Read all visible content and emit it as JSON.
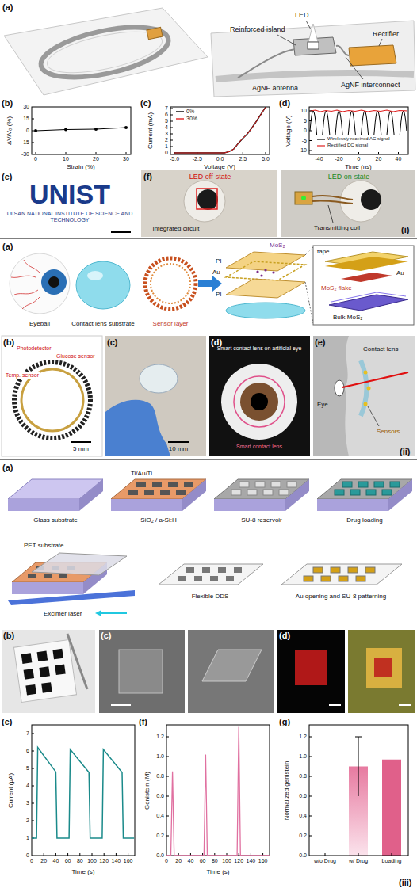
{
  "diagram": {
    "labels": [
      "(a)",
      "LED",
      "Reinforced island",
      "Rectifier",
      "AgNF interconnect",
      "AgNF antenna",
      "(b)",
      "ΔV/V₀ (%)",
      "30",
      "15",
      "0",
      "-15",
      "-30",
      "0",
      "10",
      "20",
      "30",
      "Strain (%)",
      "(c)",
      "Current (mA)",
      "0",
      "1",
      "2",
      "3",
      "4",
      "5",
      "6",
      "7",
      "-5.0",
      "-2.5",
      "0.0",
      "2.5",
      "5.0",
      "Voltage (V)",
      "(d)",
      "Voltage (V)",
      "10",
      "5",
      "0",
      "-5",
      "-10",
      "-40",
      "-20",
      "0",
      "20",
      "40",
      "Time (ns)",
      "(e)",
      "UNIST",
      "ULSAN NATIONAL INSTITUTE OF SCIENCE AND TECHNOLOGY",
      "(f)",
      "LED off-state",
      "Integrated circuit",
      "LED on-state",
      "Transmitting coil",
      "(i)",
      "(a)",
      "Eyeball",
      "Contact lens substrate",
      "Sensor layer",
      "PI",
      "Au",
      "PI",
      "MoS₂",
      "tape",
      "Au",
      "MoS₂ flake",
      "Bulk MoS₂",
      "(b)",
      "Photodetector",
      "Glucose sensor",
      "Temp. sensor",
      "5 mm",
      "(c)",
      "10 mm",
      "(d)",
      "Smart contact lens on artificial eye",
      "Smart contact lens",
      "(e)",
      "Contact lens",
      "Eye",
      "Sensors",
      "(ii)",
      "(a)",
      "Glass substrate",
      "Ti/Au/Ti",
      "SiO₂ / a-Si:H",
      "SU-8 reservoir",
      "Drug loading",
      "PET substrate",
      "Excimer laser",
      "Flexible DDS",
      "Au opening and SU-8 patterning",
      "(b)",
      "(c)",
      "(d)",
      "(e)",
      "Current (μA)",
      "0",
      "1",
      "2",
      "3",
      "4",
      "5",
      "6",
      "7",
      "0",
      "20",
      "40",
      "60",
      "80",
      "100",
      "120",
      "140",
      "160",
      "Time (s)",
      "(f)",
      "Genistein (M)",
      "0.0",
      "0.2",
      "0.4",
      "0.6",
      "0.8",
      "1.0",
      "1.2",
      "0",
      "20",
      "40",
      "60",
      "80",
      "100",
      "120",
      "140",
      "160",
      "Time (s)",
      "(g)",
      "Normalized genistein",
      "0.0",
      "0.2",
      "0.4",
      "0.6",
      "0.8",
      "1.0",
      "1.2",
      "w/o Drug",
      "w/ Drug",
      "Loading",
      "(iii)"
    ],
    "legend": [
      {
        "text": "0%"
      },
      {
        "text": "30%"
      },
      {
        "text": "Wirelessly received AC signal"
      },
      {
        "text": "Rectified DC signal"
      }
    ]
  }
}
